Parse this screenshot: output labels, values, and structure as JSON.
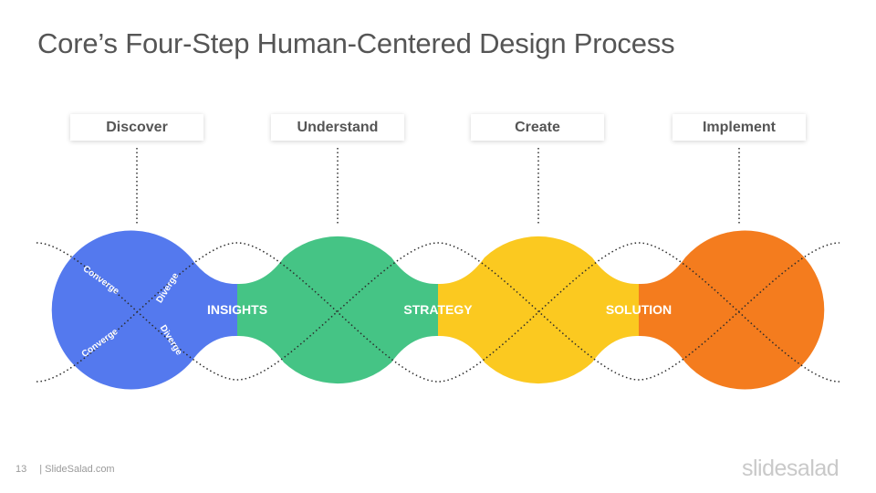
{
  "slide": {
    "title": "Core’s Four-Step Human-Centered Design Process",
    "page_number": "13",
    "source": "| SlideSalad.com",
    "logo_text": "slidesalad"
  },
  "stages": [
    {
      "label": "Discover",
      "color": "#5479EE"
    },
    {
      "label": "Understand",
      "color": "#45C485"
    },
    {
      "label": "Create",
      "color": "#FBC920"
    },
    {
      "label": "Implement",
      "color": "#F47C1E"
    }
  ],
  "connectors": [
    "INSIGHTS",
    "STRATEGY",
    "SOLUTION"
  ],
  "phase_text": {
    "converge_top": "Converge",
    "diverge_top": "Diverge",
    "converge_bottom": "Converge",
    "diverge_bottom": "Diverge"
  }
}
